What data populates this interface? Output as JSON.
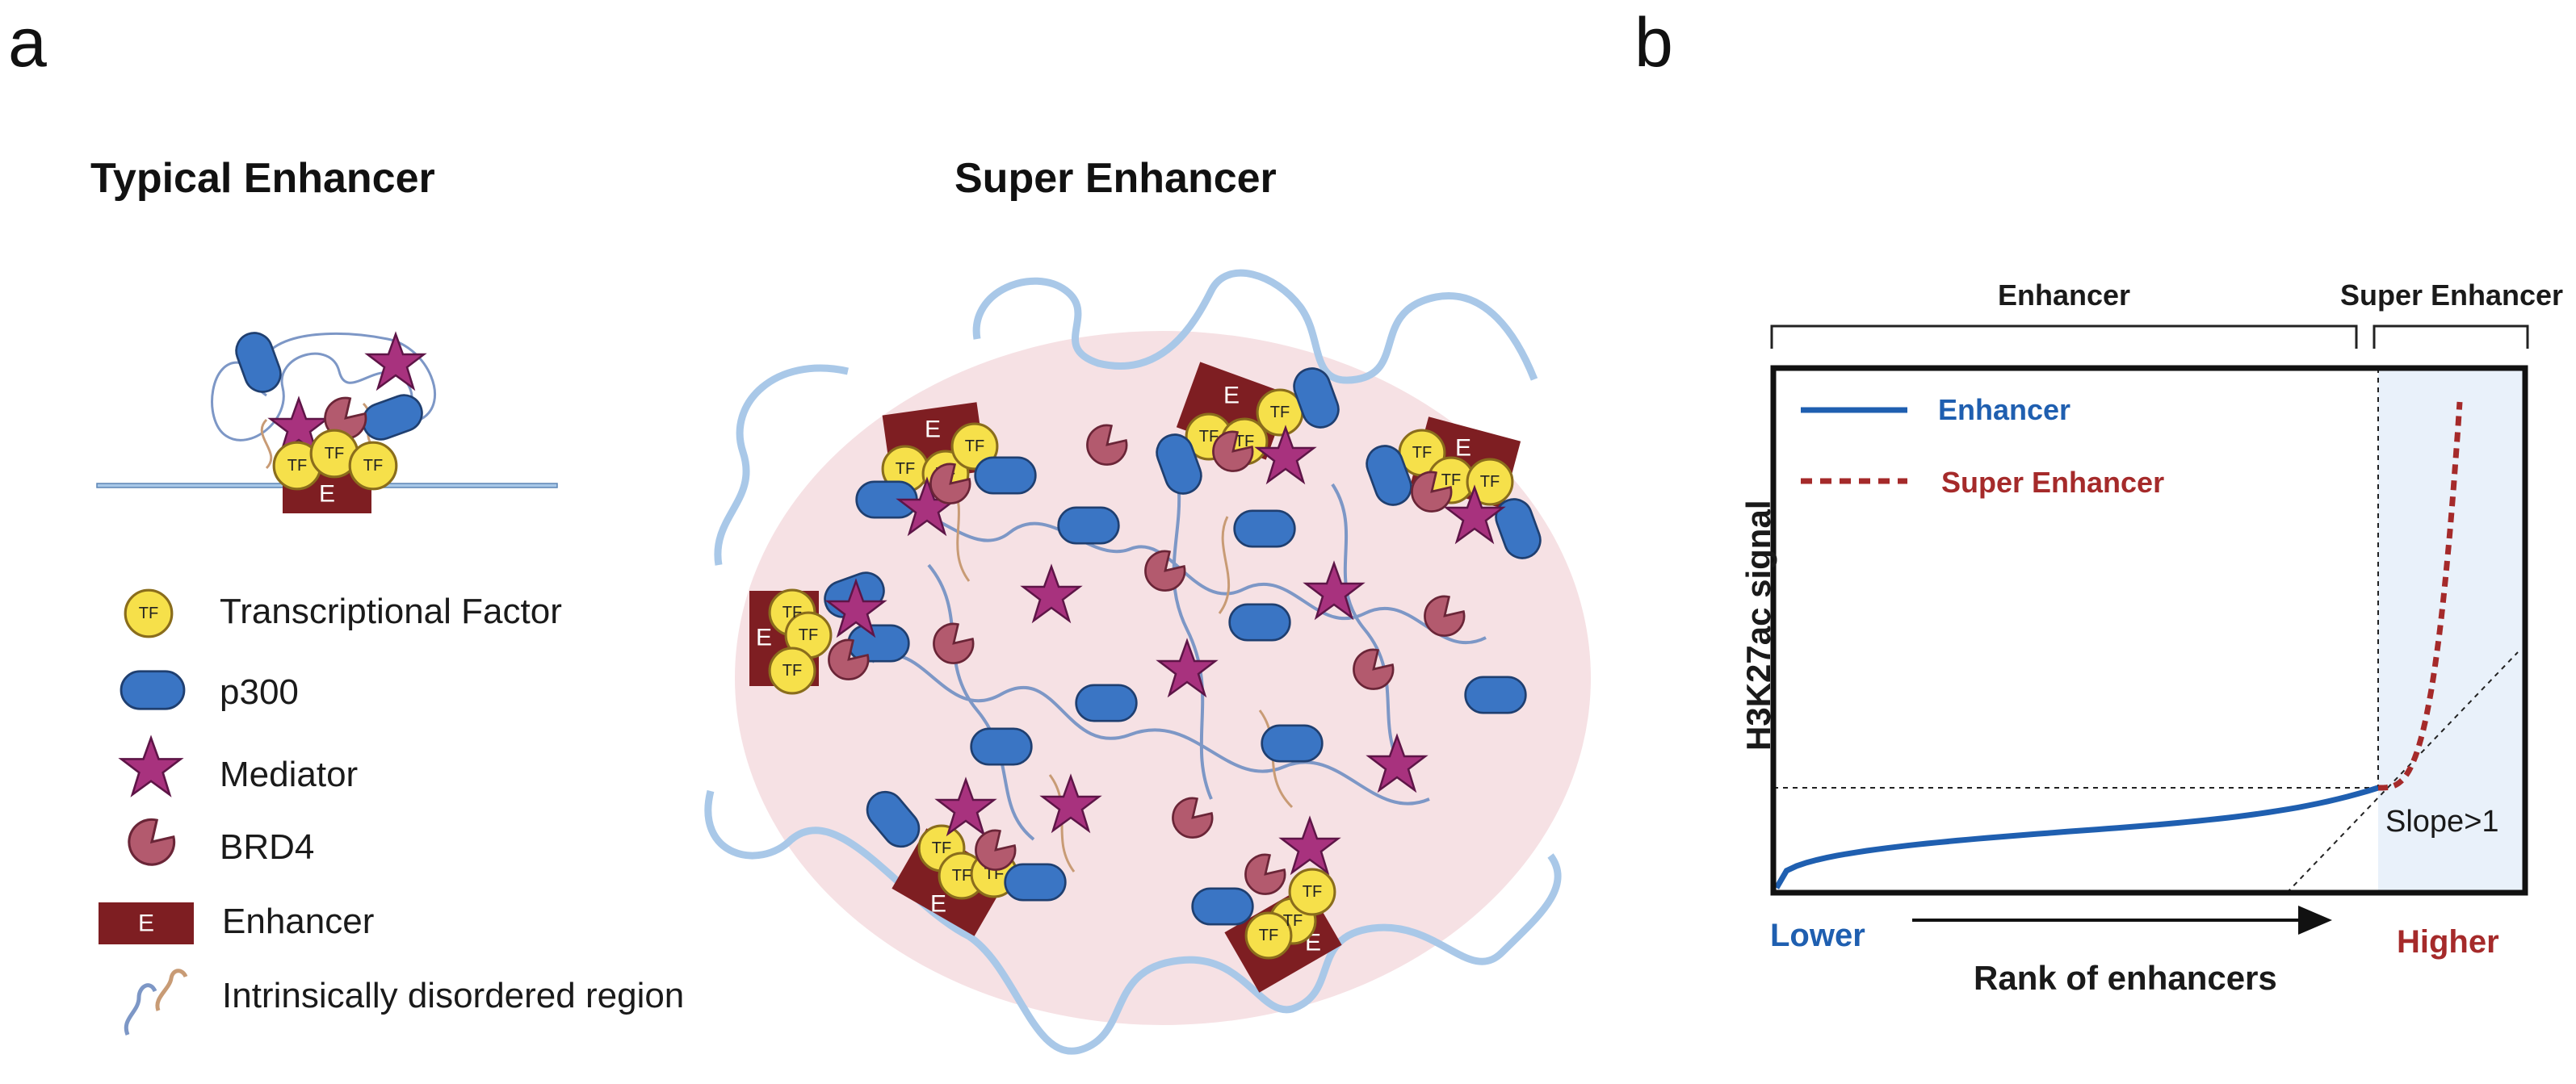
{
  "panel_a": {
    "letter": "a",
    "typical_title": "Typical Enhancer",
    "super_title": "Super Enhancer",
    "tf_label": "TF",
    "e_label": "E",
    "legend": [
      {
        "icon": "tf-circle-icon",
        "label": "Transcriptional Factor"
      },
      {
        "icon": "p300-pill-icon",
        "label": "p300"
      },
      {
        "icon": "mediator-star-icon",
        "label": "Mediator"
      },
      {
        "icon": "brd4-pacman-icon",
        "label": "BRD4"
      },
      {
        "icon": "enhancer-box-icon",
        "label": "Enhancer"
      },
      {
        "icon": "idr-squiggle-icon",
        "label": "Intrinsically disordered region"
      }
    ]
  },
  "panel_b": {
    "letter": "b",
    "bracket_enhancer": "Enhancer",
    "bracket_super": "Super Enhancer",
    "legend_enhancer": "Enhancer",
    "legend_super": "Super Enhancer",
    "ylabel": "H3K27ac signal",
    "xlabel": "Rank of enhancers",
    "lower": "Lower",
    "higher": "Higher",
    "slope": "Slope>1"
  },
  "colors": {
    "tf_yellow": "#f6e04a",
    "p300_blue": "#3a75c4",
    "mediator_purple": "#a8327e",
    "brd4_rose": "#b35a6e",
    "enhancer_red": "#7e1e22",
    "dna_blue": "#a9c8e8",
    "condensate_pink": "#f6e1e4",
    "enhancer_curve": "#1f5fb0",
    "super_curve": "#a52a2a"
  },
  "chart_data": {
    "type": "line",
    "xlabel": "Rank of enhancers",
    "ylabel": "H3K27ac signal",
    "xtick_labels": [
      "Lower",
      "Higher"
    ],
    "series": [
      {
        "name": "Enhancer",
        "style": "solid",
        "color": "#1f5fb0"
      },
      {
        "name": "Super Enhancer",
        "style": "dashed",
        "color": "#a52a2a"
      }
    ],
    "annotations": [
      "Slope>1"
    ]
  }
}
